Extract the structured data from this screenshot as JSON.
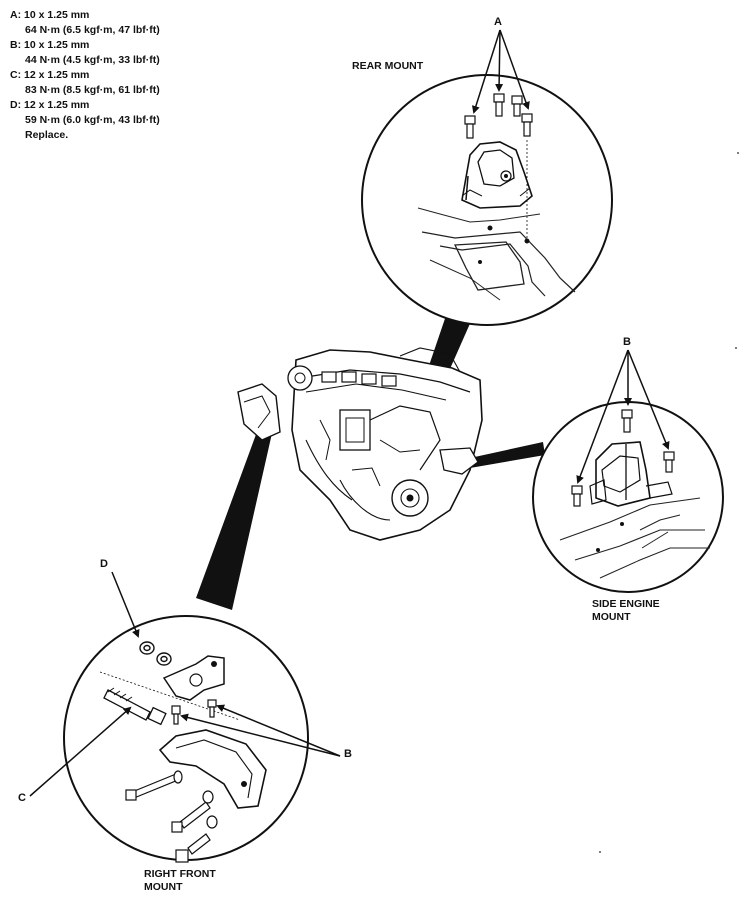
{
  "specs": [
    {
      "letter": "A:",
      "size": "10 x 1.25 mm",
      "torque": "64 N·m (6.5 kgf·m, 47 lbf·ft)",
      "note": ""
    },
    {
      "letter": "B:",
      "size": "10 x 1.25 mm",
      "torque": "44 N·m (4.5 kgf·m, 33 lbf·ft)",
      "note": ""
    },
    {
      "letter": "C:",
      "size": "12 x 1.25 mm",
      "torque": "83 N·m (8.5 kgf·m, 61 lbf·ft)",
      "note": ""
    },
    {
      "letter": "D:",
      "size": "12 x 1.25 mm",
      "torque": "59 N·m (6.0 kgf·m, 43 lbf·ft)",
      "note": "Replace."
    }
  ],
  "labels": {
    "rear_mount": "REAR MOUNT",
    "side_mount_line1": "SIDE ENGINE",
    "side_mount_line2": "MOUNT",
    "front_mount_line1": "RIGHT FRONT",
    "front_mount_line2": "MOUNT"
  },
  "callouts": {
    "a": "A",
    "b_side": "B",
    "b_front": "B",
    "c": "C",
    "d": "D"
  }
}
